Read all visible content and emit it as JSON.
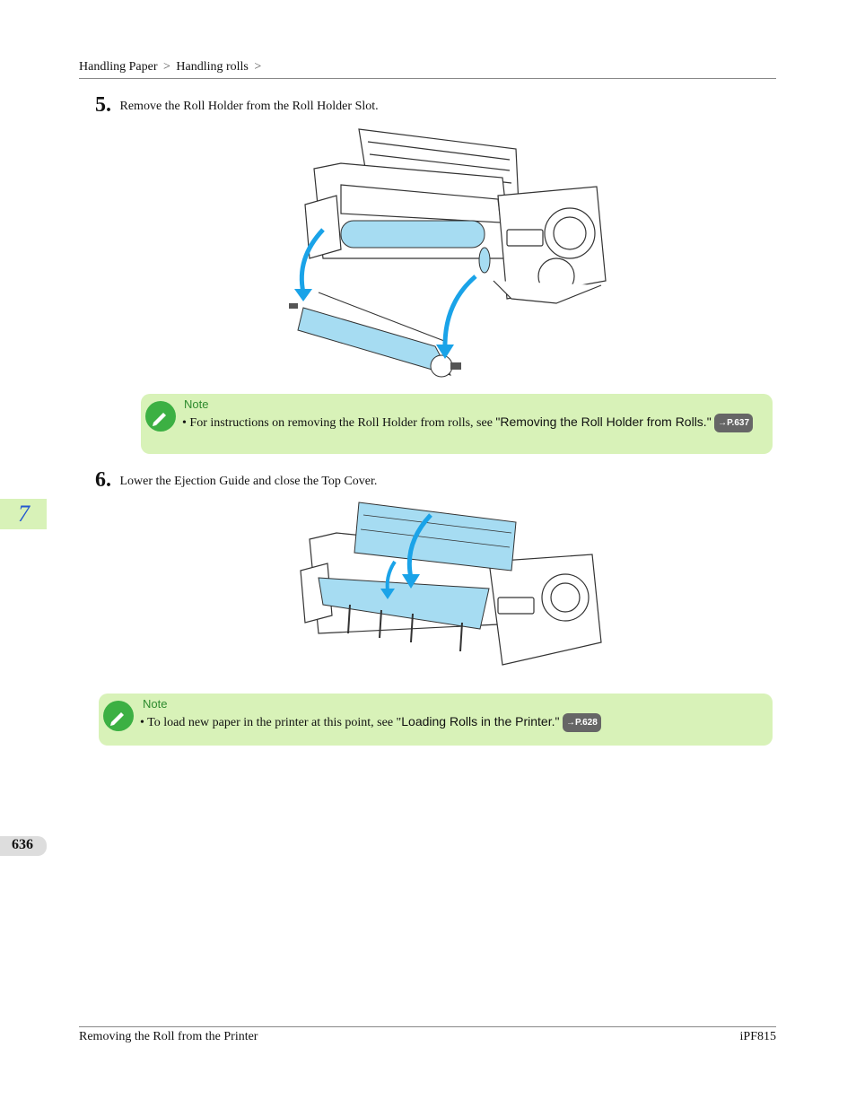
{
  "breadcrumb": {
    "part1": "Handling Paper",
    "sep1": ">",
    "part2": "Handling rolls",
    "sep2": ">"
  },
  "steps": [
    {
      "number": "5.",
      "text": "Remove the Roll Holder from the Roll Holder Slot."
    },
    {
      "number": "6.",
      "text": "Lower the Ejection Guide and close the Top Cover."
    }
  ],
  "notes": [
    {
      "title": "Note",
      "bullet": "•",
      "text_pre": "For instructions on removing the Roll Holder from rolls, see ",
      "link": "\"Removing the Roll Holder from Rolls.\"",
      "ref": "→P.637"
    },
    {
      "title": "Note",
      "bullet": "•",
      "text_pre": "To load new paper in the printer at this point, see \"",
      "link": "Loading Rolls in the Printer.\"",
      "ref": "→P.628"
    }
  ],
  "chapter_tab": "7",
  "page_number": "636",
  "footer": {
    "left": "Removing the Roll from the Printer",
    "right": "iPF815"
  },
  "colors": {
    "note_bg": "#d8f2b8",
    "highlight_blue": "#a6dcf2",
    "arrow_blue": "#1aa3e8",
    "chapter_blue": "#2358d0"
  }
}
